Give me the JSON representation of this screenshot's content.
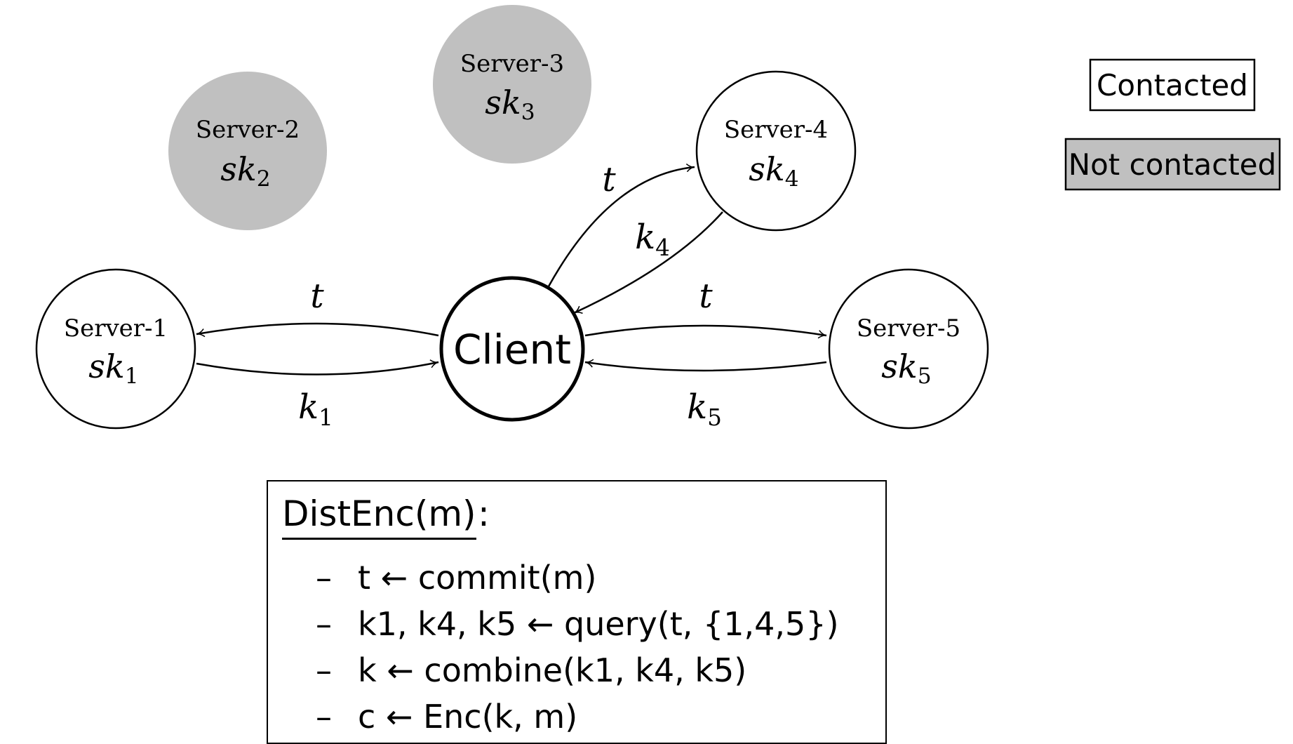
{
  "nodes": {
    "client": {
      "label": "Client",
      "status": "client"
    },
    "server1": {
      "label": "Server-1",
      "key": "sk",
      "key_sub": "1",
      "status": "contacted"
    },
    "server2": {
      "label": "Server-2",
      "key": "sk",
      "key_sub": "2",
      "status": "not-contacted"
    },
    "server3": {
      "label": "Server-3",
      "key": "sk",
      "key_sub": "3",
      "status": "not-contacted"
    },
    "server4": {
      "label": "Server-4",
      "key": "sk",
      "key_sub": "4",
      "status": "contacted"
    },
    "server5": {
      "label": "Server-5",
      "key": "sk",
      "key_sub": "5",
      "status": "contacted"
    }
  },
  "edges": [
    {
      "from": "client",
      "to": "server1",
      "label": "t",
      "label_sub": ""
    },
    {
      "from": "server1",
      "to": "client",
      "label": "k",
      "label_sub": "1"
    },
    {
      "from": "client",
      "to": "server4",
      "label": "t",
      "label_sub": ""
    },
    {
      "from": "server4",
      "to": "client",
      "label": "k",
      "label_sub": "4"
    },
    {
      "from": "client",
      "to": "server5",
      "label": "t",
      "label_sub": ""
    },
    {
      "from": "server5",
      "to": "client",
      "label": "k",
      "label_sub": "5"
    }
  ],
  "legend": {
    "contacted": "Contacted",
    "not_contacted": "Not contacted"
  },
  "colors": {
    "contacted_fill": "#ffffff",
    "not_contacted_fill": "#c0c0c0",
    "stroke": "#000000"
  },
  "algorithm": {
    "title": "DistEnc(m)",
    "title_suffix": ":",
    "steps": [
      "t ← commit(m)",
      "k1, k4, k5 ← query(t, {1,4,5})",
      "k ← combine(k1, k4, k5)",
      "c ← Enc(k, m)"
    ],
    "bullet": "–"
  }
}
